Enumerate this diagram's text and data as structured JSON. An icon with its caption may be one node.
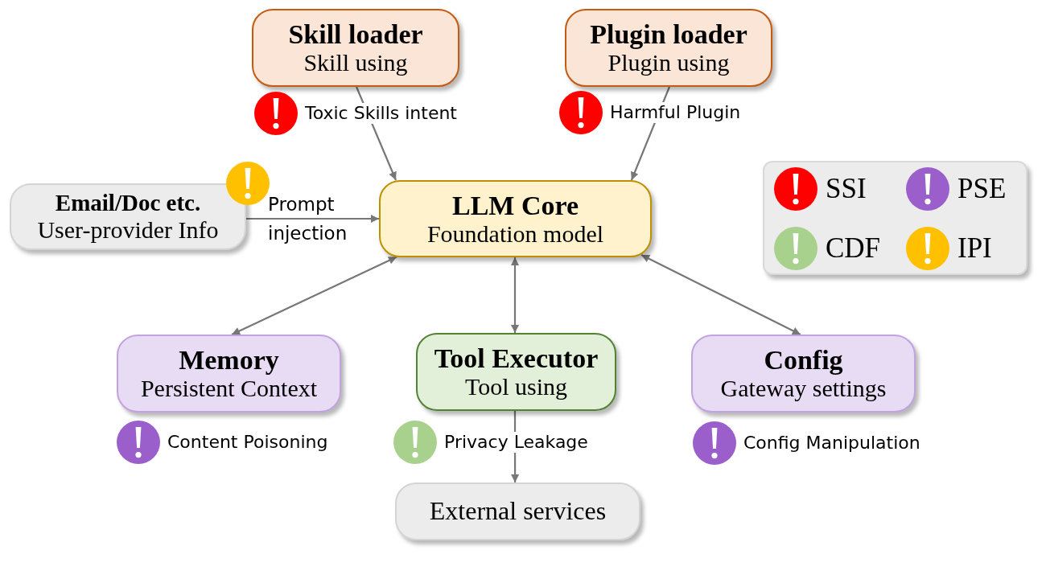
{
  "diagram": {
    "nodes": [
      {
        "text": [
          "Skill loader",
          "Skill using"
        ],
        "beside": [
          "Toxic Skills intent"
        ]
      },
      {
        "text": [
          "Plugin loader",
          "Plugin using"
        ],
        "beside": [
          "Harmful Plugin"
        ]
      },
      {
        "text": [
          "Email/Doc etc.",
          "User-provider Info"
        ]
      },
      {
        "text": [
          "LLM Core",
          "Foundation model"
        ]
      },
      {
        "text": [
          "Memory",
          "Persistent Context"
        ],
        "beside": [
          "Content Poisoning"
        ]
      },
      {
        "text": [
          "Tool Executor",
          "Tool using"
        ],
        "beside": [
          "Privacy Leakage"
        ]
      },
      {
        "text": [
          "Config",
          "Gateway settings"
        ],
        "beside": [
          "Config Manipulation"
        ]
      },
      {
        "text": [
          "External services"
        ]
      }
    ],
    "edges": [
      {
        "from": 0,
        "to": 3,
        "arrow": "to"
      },
      {
        "from": 1,
        "to": 3,
        "arrow": "to"
      },
      {
        "from": 2,
        "to": 3,
        "arrow": "to",
        "label": "Prompt injection"
      },
      {
        "from": 3,
        "to": 4,
        "arrow": "both"
      },
      {
        "from": 3,
        "to": 5,
        "arrow": "both"
      },
      {
        "from": 3,
        "to": 6,
        "arrow": "both"
      },
      {
        "from": 5,
        "to": 7,
        "arrow": "to"
      }
    ],
    "legend": [
      {
        "text": "SSI",
        "color": "#ff0000"
      },
      {
        "text": "PSE",
        "color": "#9b5fcc"
      },
      {
        "text": "CDF",
        "color": "#a9d18e"
      },
      {
        "text": "IPI",
        "color": "#ffc000"
      }
    ]
  }
}
